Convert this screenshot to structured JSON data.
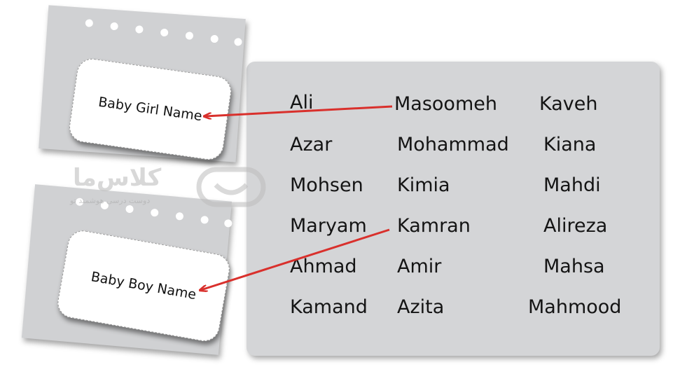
{
  "cards": {
    "girl": "Baby Girl Name",
    "boy": "Baby Boy Name"
  },
  "names": {
    "col1": [
      "Ali",
      "Azar",
      "Mohsen",
      "Maryam",
      "Ahmad",
      "Kamand"
    ],
    "col2": [
      "Masoomeh",
      "Mohammad",
      "Kimia",
      "Kamran",
      "Amir",
      "Azita"
    ],
    "col3": [
      "Kaveh",
      "Kiana",
      "Mahdi",
      "Alireza",
      "Mahsa",
      "Mahmood"
    ]
  },
  "watermark": {
    "title": "کلاس‌ما",
    "subtitle": "دوست درسی هوشمند تو"
  },
  "colors": {
    "arrow": "#d9302c",
    "panel": "#d4d5d7",
    "note": "#d0d1d3"
  }
}
